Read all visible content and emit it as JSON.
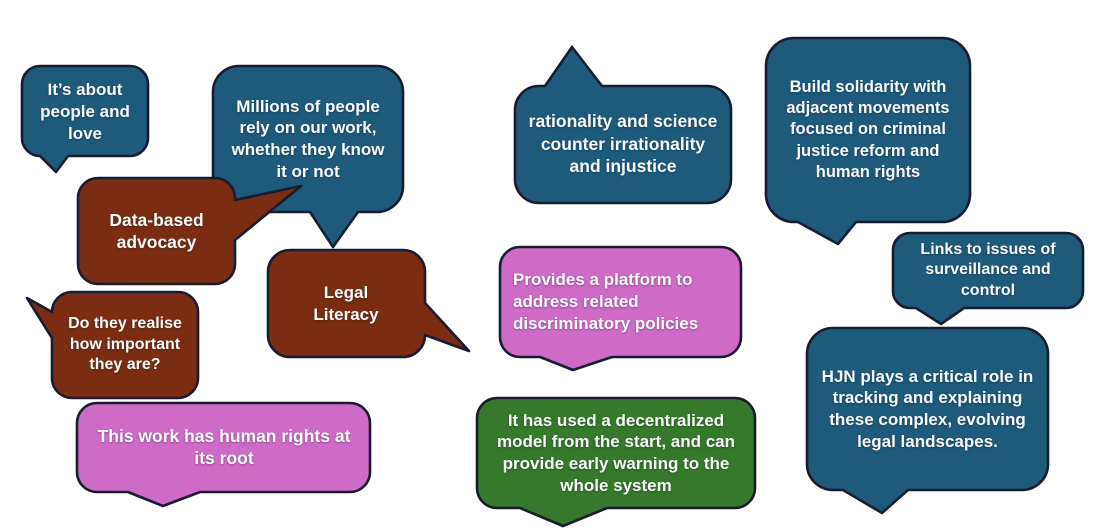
{
  "slide": {
    "description": "collage of speech bubbles",
    "background": "#ffffff"
  },
  "colors": {
    "teal": "#1E5B7B",
    "brown": "#7A2D13",
    "pink": "#CE6BC6",
    "green": "#37792C",
    "outline": "#171C30",
    "text": "#FBFBFB"
  },
  "bubbles": [
    {
      "id": "its-about-people",
      "color": "teal",
      "text": "It’s about people and love"
    },
    {
      "id": "millions-rely",
      "color": "teal",
      "text": "Millions of people rely on our work, whether they know it or not"
    },
    {
      "id": "data-based",
      "color": "brown",
      "text": "Data-based advocacy"
    },
    {
      "id": "legal-literacy",
      "color": "brown",
      "text": "Legal Literacy"
    },
    {
      "id": "do-they-realise",
      "color": "brown",
      "text": "Do they realise how important they are?"
    },
    {
      "id": "human-rights-root",
      "color": "pink",
      "text": "This work has human rights at its root"
    },
    {
      "id": "rationality",
      "color": "teal",
      "text": "rationality and science counter irrationality and injustice"
    },
    {
      "id": "provides-platform",
      "color": "pink",
      "text": "Provides  a platform to address related discriminatory policies"
    },
    {
      "id": "decentralized",
      "color": "green",
      "text": "It has used a decentralized model from the start, and can provide early warning to the whole system"
    },
    {
      "id": "build-solidarity",
      "color": "teal",
      "text": "Build solidarity with adjacent movements focused on criminal justice reform and human rights"
    },
    {
      "id": "links-surveillance",
      "color": "teal",
      "text": "Links to issues of surveillance and control"
    },
    {
      "id": "hjn-role",
      "color": "teal",
      "text": "HJN plays a critical role in tracking and explaining these complex, evolving legal landscapes."
    }
  ]
}
